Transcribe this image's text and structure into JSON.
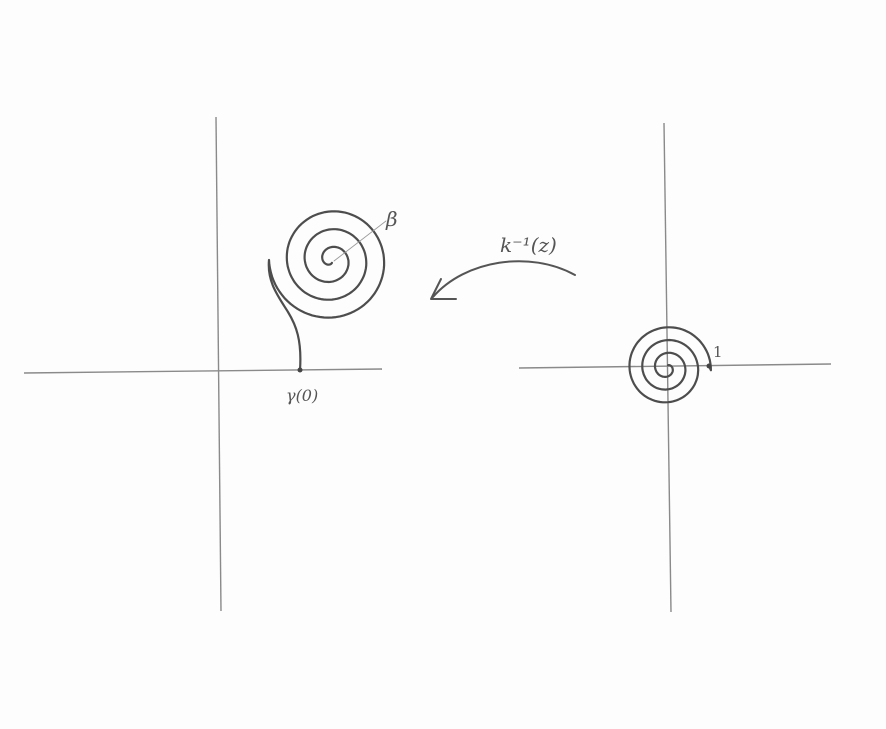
{
  "labels": {
    "gamma_zero": "γ(0)",
    "beta": "β",
    "map": "k⁻¹(z)",
    "one": "1"
  }
}
